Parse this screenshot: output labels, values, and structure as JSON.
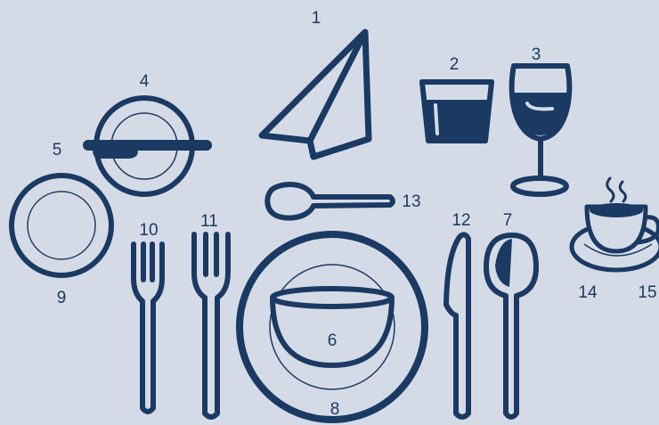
{
  "colors": {
    "background": "#d5dbe6",
    "ink": "#1a3a63"
  },
  "labels": {
    "napkin": "1",
    "water_glass": "2",
    "wine_glass": "3",
    "bread_plate": "4",
    "butter_knife": "5",
    "soup_bowl": "6",
    "soup_spoon": "7",
    "charger_plate": "8",
    "salad_plate": "9",
    "salad_fork": "10",
    "dinner_fork": "11",
    "dinner_knife": "12",
    "dessert_spoon": "13",
    "coffee_cup": "14",
    "saucer": "15"
  }
}
